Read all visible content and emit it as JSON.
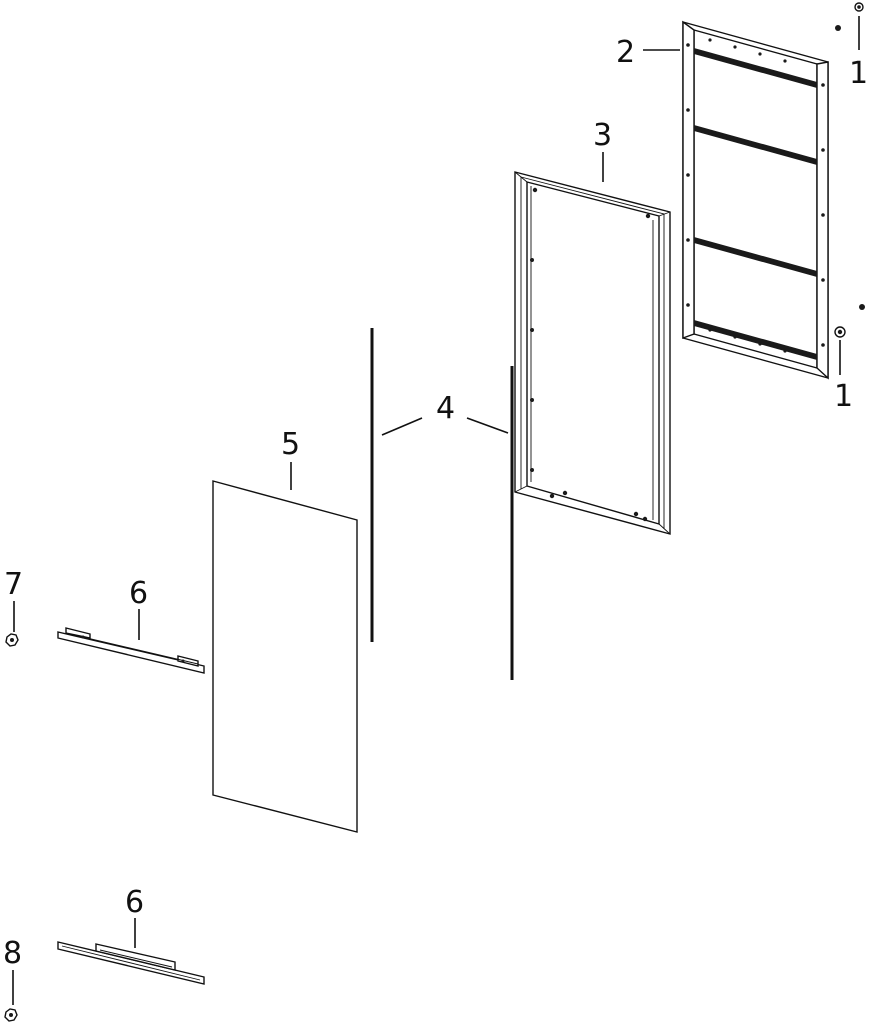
{
  "callouts": {
    "c1a": "1",
    "c1b": "1",
    "c2": "2",
    "c3": "3",
    "c4": "4",
    "c5": "5",
    "c6a": "6",
    "c6b": "6",
    "c7": "7",
    "c8": "8"
  },
  "colors": {
    "line": "#111111",
    "background": "#ffffff"
  }
}
